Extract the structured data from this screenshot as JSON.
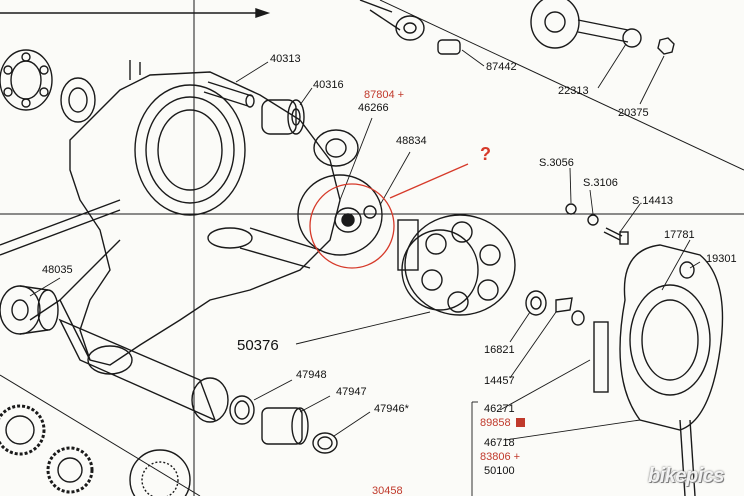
{
  "diagram": {
    "part_numbers": [
      {
        "id": "p40313",
        "text": "40313"
      },
      {
        "id": "p40316",
        "text": "40316"
      },
      {
        "id": "p87804",
        "text": "87804 +"
      },
      {
        "id": "p46266",
        "text": "46266"
      },
      {
        "id": "p48834",
        "text": "48834"
      },
      {
        "id": "p87442",
        "text": "87442"
      },
      {
        "id": "p22313",
        "text": "22313"
      },
      {
        "id": "p20375",
        "text": "20375"
      },
      {
        "id": "pS3056",
        "text": "S.3056"
      },
      {
        "id": "pS3106",
        "text": "S.3106"
      },
      {
        "id": "pS14413",
        "text": "S.14413"
      },
      {
        "id": "p17781",
        "text": "17781"
      },
      {
        "id": "p19301",
        "text": "19301"
      },
      {
        "id": "p48035",
        "text": "48035"
      },
      {
        "id": "p50376",
        "text": "50376"
      },
      {
        "id": "p16821",
        "text": "16821"
      },
      {
        "id": "p14457",
        "text": "14457"
      },
      {
        "id": "p47948",
        "text": "47948"
      },
      {
        "id": "p47947",
        "text": "47947"
      },
      {
        "id": "p47946",
        "text": "47946*"
      },
      {
        "id": "p46271",
        "text": "46271"
      },
      {
        "id": "p89858",
        "text": "89858"
      },
      {
        "id": "p46718",
        "text": "46718"
      },
      {
        "id": "p83806",
        "text": "83806 +"
      },
      {
        "id": "p50100",
        "text": "50100"
      },
      {
        "id": "p30458",
        "text": "30458"
      }
    ],
    "annotation": {
      "question_mark": "?",
      "highlight_color": "#d63a2a"
    },
    "watermark": "bikepics",
    "colors": {
      "ink": "#111111",
      "paper": "#fbfbf8",
      "red_label": "#c0392b",
      "annotation": "#d63a2a"
    }
  }
}
